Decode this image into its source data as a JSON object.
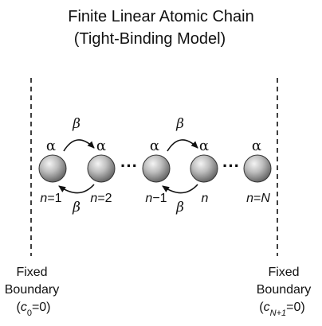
{
  "title": {
    "line1": "Finite Linear Atomic Chain",
    "line2": "(Tight-Binding Model)"
  },
  "symbols": {
    "alpha": "α",
    "beta": "β",
    "ellipsis": "···"
  },
  "site_labels": {
    "n1": {
      "var": "n",
      "rest": "=1"
    },
    "n2": {
      "var": "n",
      "rest": "=2"
    },
    "nm1": {
      "var": "n",
      "rest": "−1"
    },
    "n": {
      "var": "n",
      "rest": ""
    },
    "nN": {
      "var": "n",
      "eq": "=",
      "end": "N"
    }
  },
  "boundary_left": {
    "line1": "Fixed",
    "line2": "Boundary",
    "open": "(",
    "coef": "c",
    "sub": "0",
    "close": "=0)"
  },
  "boundary_right": {
    "line1": "Fixed",
    "line2": "Boundary",
    "open": "(",
    "coef": "c",
    "sub": "N+1",
    "close": "=0)"
  }
}
